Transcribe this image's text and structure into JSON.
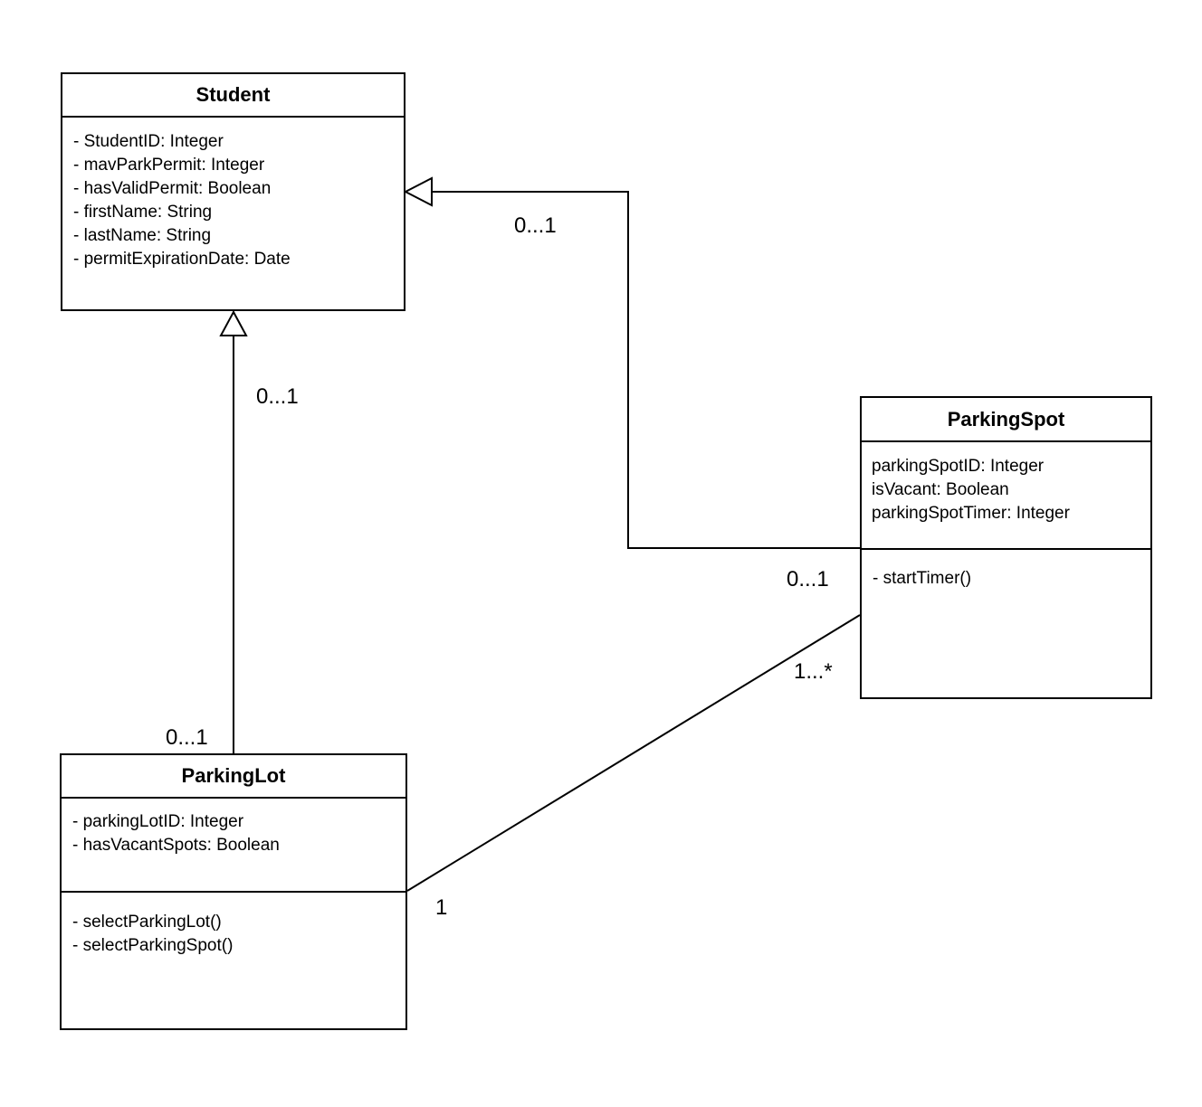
{
  "diagram": {
    "type": "uml-class-diagram",
    "colors": {
      "line": "#000000",
      "background": "#ffffff",
      "box_fill": "#ffffff",
      "text": "#000000"
    },
    "classes": {
      "student": {
        "name": "Student",
        "attributes": [
          "- StudentID: Integer",
          "- mavParkPermit: Integer",
          "- hasValidPermit: Boolean",
          "- firstName: String",
          "- lastName: String",
          "- permitExpirationDate: Date"
        ]
      },
      "parkingSpot": {
        "name": "ParkingSpot",
        "attributes": [
          "parkingSpotID: Integer",
          "isVacant: Boolean",
          "parkingSpotTimer: Integer"
        ],
        "methods": [
          "- startTimer()"
        ]
      },
      "parkingLot": {
        "name": "ParkingLot",
        "attributes": [
          "- parkingLotID: Integer",
          "- hasVacantSpots: Boolean"
        ],
        "methods": [
          "- selectParkingLot()",
          "- selectParkingSpot()"
        ]
      }
    },
    "relationships": {
      "parkingSpot_to_student": {
        "type": "generalization",
        "label_near_student": "0...1",
        "label_near_parkingSpot": "0...1"
      },
      "parkingLot_to_student": {
        "type": "generalization",
        "label_near_student": "0...1",
        "label_near_parkingLot": "0...1"
      },
      "parkingLot_to_parkingSpot": {
        "type": "association",
        "label_near_parkingLot": "1",
        "label_near_parkingSpot": "1...*"
      }
    }
  }
}
